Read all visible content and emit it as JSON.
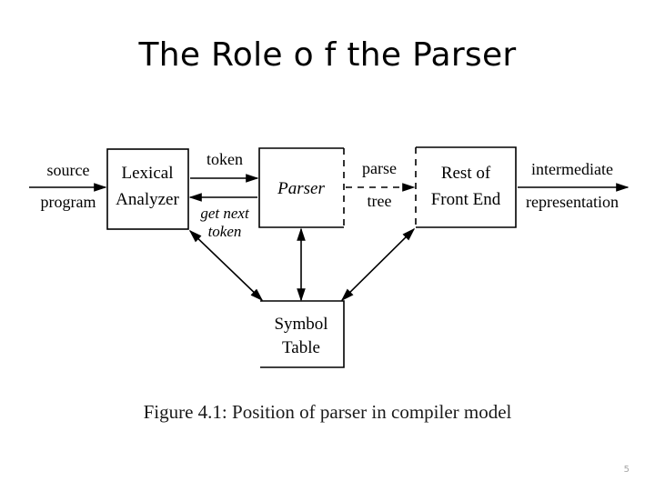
{
  "slide": {
    "title": "The Role o f the Parser",
    "page_number": "5",
    "background_color": "#ffffff",
    "ink_color": "#000000",
    "page_number_color": "#a6a6a6"
  },
  "figure": {
    "caption": "Figure 4.1: Position of parser in compiler model",
    "boxes": {
      "lexical_analyzer_line1": "Lexical",
      "lexical_analyzer_line2": "Analyzer",
      "parser": "Parser",
      "rest_front_end_line1": "Rest of",
      "rest_front_end_line2": "Front End",
      "symbol_table_line1": "Symbol",
      "symbol_table_line2": "Table"
    },
    "edge_labels": {
      "source": "source",
      "program": "program",
      "token": "token",
      "get_next": "get next",
      "get_next_token": "token",
      "parse": "parse",
      "tree": "tree",
      "intermediate": "intermediate",
      "representation": "representation"
    }
  }
}
